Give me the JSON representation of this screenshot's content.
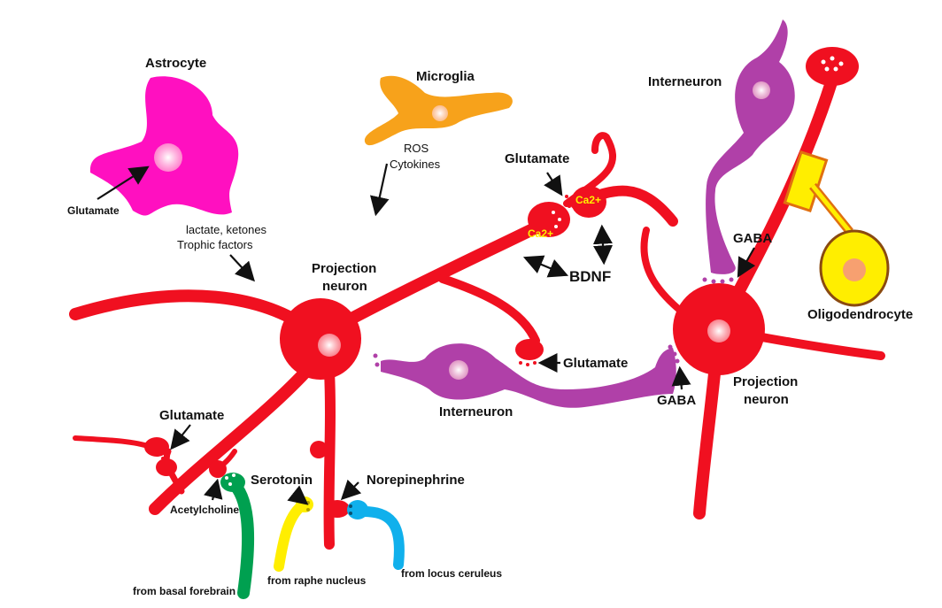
{
  "colors": {
    "neuron": "#f01020",
    "astrocyte": "#ff10c0",
    "microglia": "#f7a21b",
    "interneuron": "#b040a8",
    "oligodendrocyte": "#ffee00",
    "cholinergic": "#00a050",
    "serotonergic": "#ffee00",
    "noradrenergic": "#10b0ec"
  },
  "labels": {
    "astrocyte": "Astrocyte",
    "astro_glutamate": "Glutamate",
    "microglia": "Microglia",
    "ros": "ROS",
    "cytokines": "Cytokines",
    "lactate": "lactate, ketones",
    "trophic": "Trophic factors",
    "projection_left_1": "Projection",
    "projection_left_2": "neuron",
    "glutamate_top": "Glutamate",
    "ca1": "Ca2+",
    "ca2": "Ca2+",
    "bdnf": "BDNF",
    "interneuron_top": "Interneuron",
    "gaba_top": "GABA",
    "oligodendrocyte": "Oligodendrocyte",
    "projection_right_1": "Projection",
    "projection_right_2": "neuron",
    "gaba_bottom": "GABA",
    "interneuron_bottom": "Interneuron",
    "glutamate_mid": "Glutamate",
    "glutamate_left": "Glutamate",
    "acetylcholine": "Acetylcholine",
    "serotonin": "Serotonin",
    "norepinephrine": "Norepinephrine",
    "from_basal": "from basal forebrain",
    "from_raphe": "from raphe nucleus",
    "from_locus": "from locus ceruleus"
  }
}
